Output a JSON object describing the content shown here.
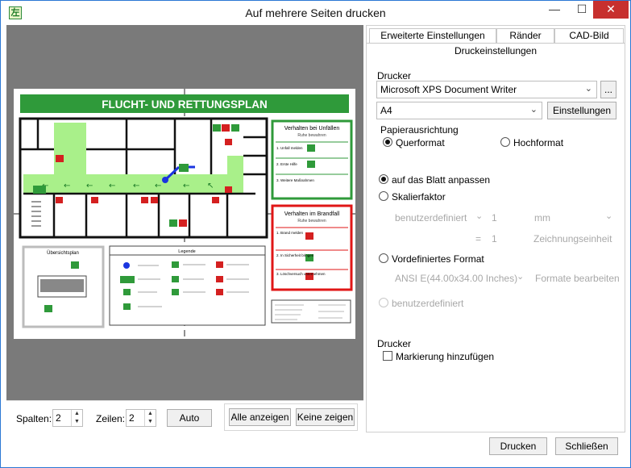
{
  "window": {
    "title": "Auf mehrere Seiten drucken",
    "icon": "plan-app-icon",
    "accent": "#2b78d4",
    "close_color": "#c7302e"
  },
  "preview": {
    "plan_title": "FLUCHT- UND RETTUNGSPLAN",
    "box_accidents_title": "Verhalten bei Unfällen",
    "box_accidents_sub": "Ruhe bewahren",
    "box_accidents_rows": [
      "1. Unfall melden",
      "2. Erste Hilfe",
      "3. Weitere Maßnahmen"
    ],
    "box_fire_title": "Verhalten im Brandfall",
    "box_fire_sub": "Ruhe bewahren",
    "box_fire_rows": [
      "1. Brand melden",
      "2. In Sicherheit bringen",
      "3. Löschversuch unternehmen"
    ],
    "overview_label": "Übersichtsplan",
    "legend_label": "Legende",
    "green": "#2f9a3a",
    "red": "#e01616"
  },
  "bottom": {
    "columns_label": "Spalten:",
    "columns_value": "2",
    "rows_label": "Zeilen:",
    "rows_value": "2",
    "auto_label": "Auto",
    "show_all_label": "Alle anzeigen",
    "show_none_label": "Keine zeigen"
  },
  "tabs": [
    "Erweiterte Einstellungen",
    "Ränder",
    "CAD-Bild"
  ],
  "active_tab": "Druckeinstellungen",
  "settings": {
    "printer_label": "Drucker",
    "printer_value": "Microsoft XPS Document Writer",
    "browse_label": "...",
    "paper_value": "A4",
    "settings_button": "Einstellungen",
    "orientation_label": "Papierausrichtung",
    "landscape_label": "Querformat",
    "portrait_label": "Hochformat",
    "fit_label": "auf das Blatt anpassen",
    "scale_label": "Skalierfaktor",
    "scale_mode": "benutzerdefiniert",
    "scale_num": "1",
    "scale_unit": "mm",
    "scale_eq": "=",
    "scale_num2": "1",
    "scale_unit2": "Zeichnungseinheit",
    "predefined_label": "Vordefiniertes Format",
    "predefined_value": "ANSI E(44.00x34.00 Inches)",
    "formats_edit": "Formate bearbeiten",
    "custom_label": "benutzerdefiniert",
    "printer_section_label": "Drucker",
    "marking_label": "Markierung hinzufügen"
  },
  "footer": {
    "print_label": "Drucken",
    "close_label": "Schließen"
  }
}
